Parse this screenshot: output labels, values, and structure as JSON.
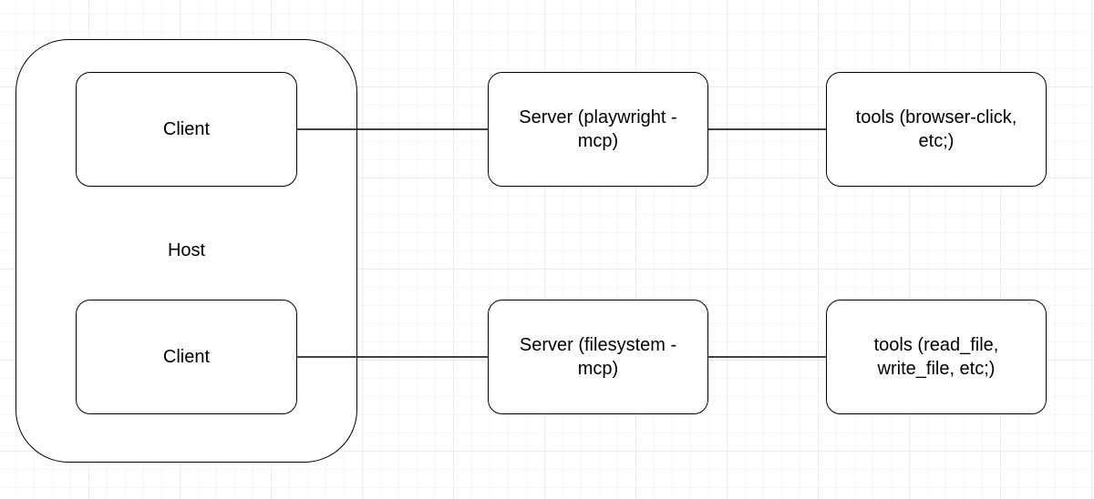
{
  "host": {
    "label": "Host"
  },
  "nodes": {
    "client_top": "Client",
    "client_bottom": "Client",
    "server_top": "Server (playwright - mcp)",
    "server_bottom": "Server (filesystem - mcp)",
    "tools_top": "tools (browser-click, etc;)",
    "tools_bottom": "tools (read_file, write_file, etc;)"
  },
  "colors": {
    "stroke": "#000000",
    "fill": "#ffffff",
    "grid": "#ececec"
  }
}
